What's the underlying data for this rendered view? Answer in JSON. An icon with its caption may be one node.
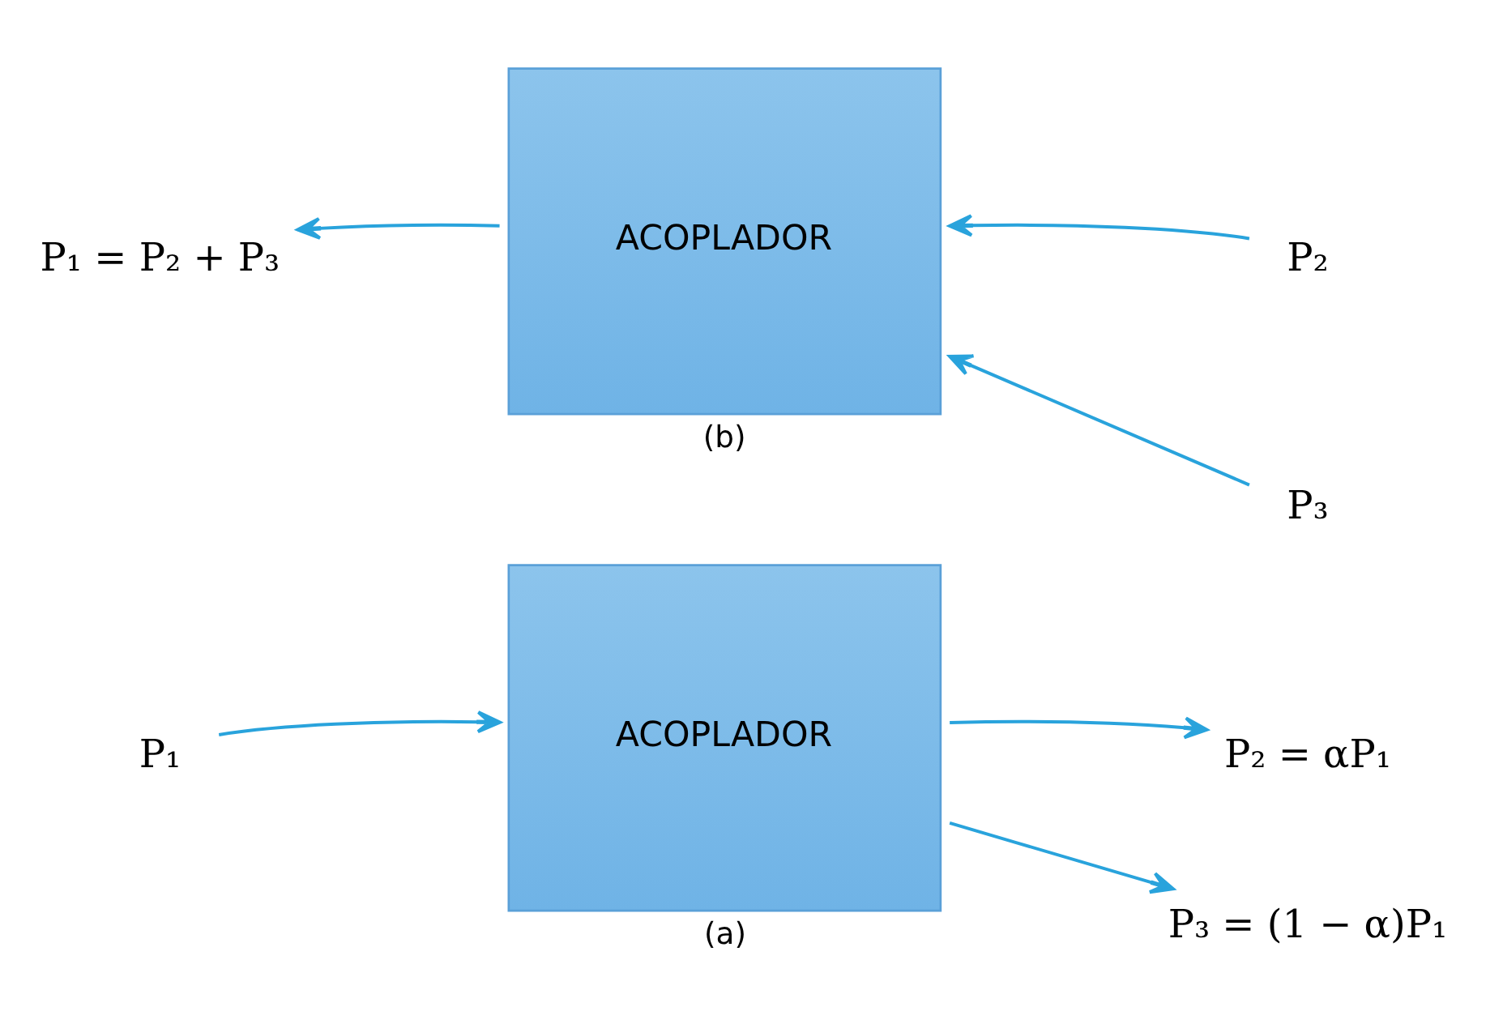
{
  "diagram": {
    "nodes": [
      {
        "text": [
          "P₁"
        ]
      },
      {
        "text": [
          "ACOPLADOR"
        ],
        "beside": [
          "(a)"
        ]
      },
      {
        "text": [
          "P₂ = αP₁"
        ]
      },
      {
        "text": [
          "P₃ = (1 − α)P₁"
        ]
      },
      {
        "text": [
          "ACOPLADOR"
        ],
        "beside": [
          "(b)"
        ]
      },
      {
        "text": [
          "P₂"
        ]
      },
      {
        "text": [
          "P₃"
        ]
      },
      {
        "text": [
          "P₁ = P₂ + P₃"
        ]
      }
    ],
    "edges": [
      {
        "from": 0,
        "to": 1,
        "arrow": "to"
      },
      {
        "from": 1,
        "to": 2,
        "arrow": "to"
      },
      {
        "from": 1,
        "to": 3,
        "arrow": "to"
      },
      {
        "from": 5,
        "to": 4,
        "arrow": "to"
      },
      {
        "from": 6,
        "to": 4,
        "arrow": "to"
      },
      {
        "from": 4,
        "to": 7,
        "arrow": "to"
      }
    ]
  }
}
